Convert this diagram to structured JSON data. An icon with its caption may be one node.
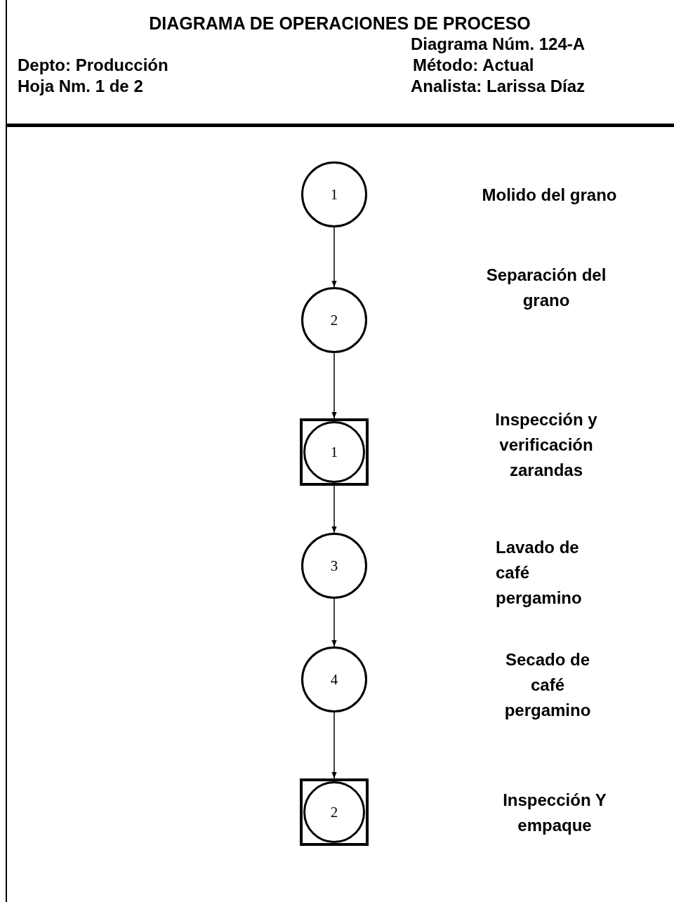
{
  "diagram": {
    "title": "DIAGRAMA DE OPERACIONES DE PROCESO",
    "nodes": [
      {
        "text": [
          "1"
        ]
      },
      {
        "text": [
          "2"
        ]
      },
      {
        "text": [],
        "shape": "box"
      },
      {
        "text": [
          "1"
        ],
        "in": 2
      },
      {
        "text": [
          "3"
        ]
      },
      {
        "text": [
          "4"
        ]
      },
      {
        "text": [],
        "shape": "box"
      },
      {
        "text": [
          "2"
        ],
        "in": 6
      }
    ],
    "edges": [
      {
        "from": 0,
        "to": 1,
        "arrow": "to"
      },
      {
        "from": 1,
        "to": 2,
        "arrow": "to"
      },
      {
        "from": 2,
        "to": 4,
        "arrow": "to"
      },
      {
        "from": 4,
        "to": 5,
        "arrow": "to"
      },
      {
        "from": 5,
        "to": 6,
        "arrow": "to"
      }
    ],
    "labels": [
      "Diagrama Núm. 124-A",
      "Depto: Producción",
      "Método: Actual",
      "Hoja Nm. 1 de 2",
      "Analista: Larissa Díaz",
      "Molido del grano",
      "Separación del grano",
      "Inspección y verificación zarandas",
      "Lavado de café pergamino",
      "Secado de café pergamino",
      "Inspección Y empaque"
    ]
  }
}
